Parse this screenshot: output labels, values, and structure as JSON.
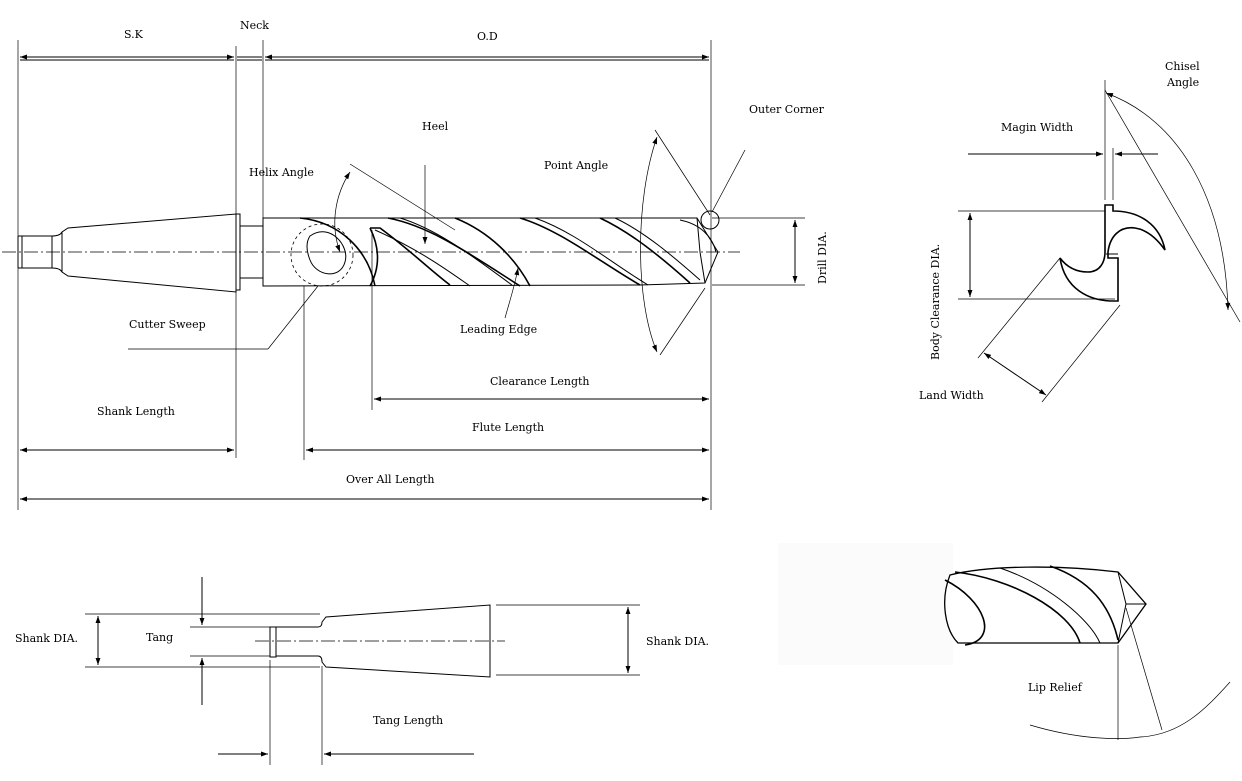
{
  "labels": {
    "sk": "S.K",
    "neck": "Neck",
    "od": "O.D",
    "heel": "Heel",
    "outer_corner": "Outer Corner",
    "helix_angle": "Helix Angle",
    "point_angle": "Point Angle",
    "drill_dia": "Drill DIA.",
    "cutter_sweep": "Cutter Sweep",
    "leading_edge": "Leading Edge",
    "clearance_length": "Clearance Length",
    "shank_length": "Shank Length",
    "flute_length": "Flute Length",
    "over_all_length": "Over All Length",
    "chisel_angle_1": "Chisel",
    "chisel_angle_2": "Angle",
    "margin_width": "Magin Width",
    "body_clearance_dia": "Body Clearance DIA.",
    "land_width": "Land Width",
    "shank_dia_left": "Shank DIA.",
    "tang": "Tang",
    "shank_dia_right": "Shank DIA.",
    "tang_length": "Tang Length",
    "lip_relief": "Lip Relief"
  }
}
